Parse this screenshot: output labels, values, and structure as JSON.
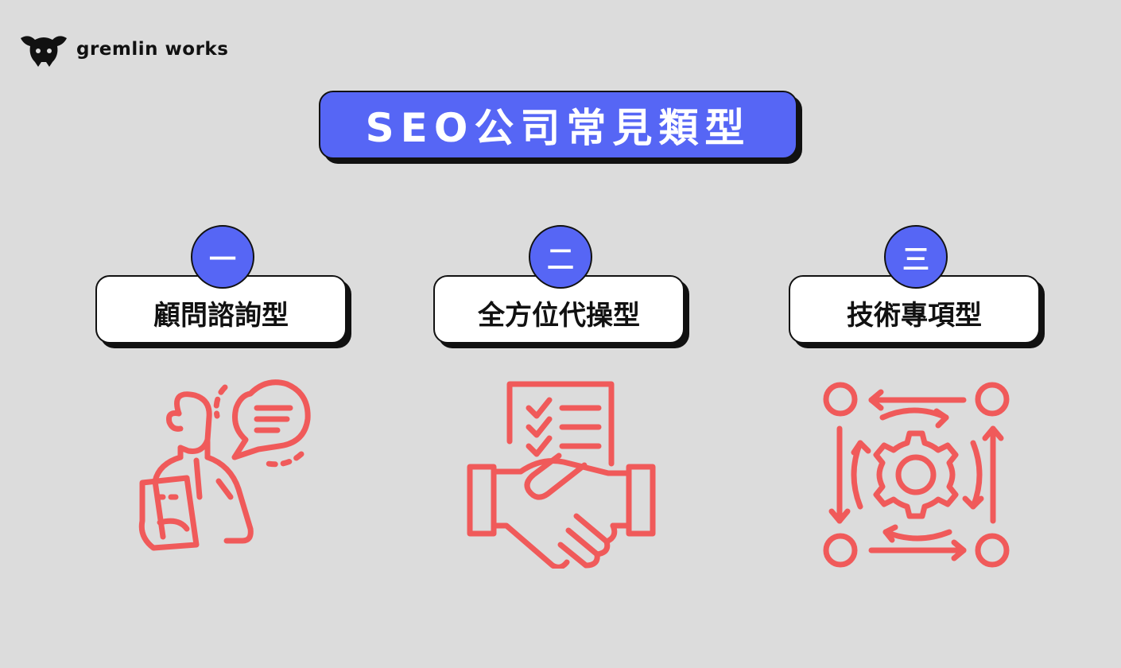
{
  "brand": {
    "name": "gremlin works",
    "logo_icon": "gremlin-cat-icon"
  },
  "title": "SEO公司常見類型",
  "colors": {
    "accent": "#5666f5",
    "icon": "#f05a5a",
    "background": "#dcdcdc",
    "outline": "#111111"
  },
  "types": [
    {
      "number": "一",
      "label": "顧問諮詢型",
      "icon": "consultant-speech-icon"
    },
    {
      "number": "二",
      "label": "全方位代操型",
      "icon": "handshake-checklist-icon"
    },
    {
      "number": "三",
      "label": "技術專項型",
      "icon": "gear-process-icon"
    }
  ]
}
